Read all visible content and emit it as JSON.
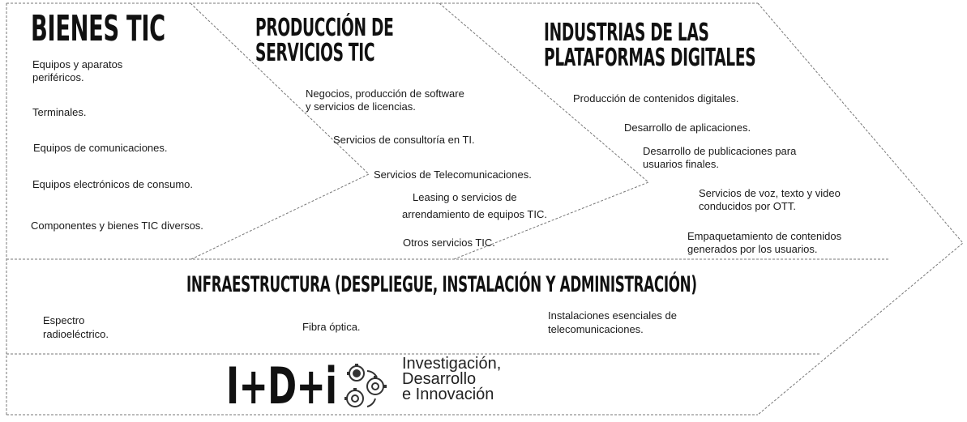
{
  "columns": [
    {
      "title": "BIENES TIC",
      "items": [
        "Equipos y aparatos",
        "periféricos.",
        "Terminales.",
        "Equipos de comunicaciones.",
        "Equipos electrónicos de consumo.",
        "Componentes y bienes TIC diversos."
      ]
    },
    {
      "title_lines": [
        "PRODUCCIÓN DE",
        "SERVICIOS TIC"
      ],
      "items": [
        "Negocios, producción de software",
        "y servicios de licencias.",
        "Servicios de consultoría en TI.",
        "Servicios de Telecomunicaciones.",
        "Leasing o servicios de",
        "arrendamiento de equipos TIC.",
        "Otros servicios TIC."
      ]
    },
    {
      "title_lines": [
        "INDUSTRIAS DE LAS",
        "PLATAFORMAS DIGITALES"
      ],
      "items": [
        "Producción de contenidos digitales.",
        "Desarrollo de aplicaciones.",
        "Desarrollo de publicaciones para",
        "usuarios finales.",
        "Servicios de voz, texto y video",
        "conducidos por OTT.",
        "Empaquetamiento de contenidos",
        "generados por los usuarios."
      ]
    }
  ],
  "infra": {
    "title": "INFRAESTRUCTURA (DESPLIEGUE, INSTALACIÓN Y ADMINISTRACIÓN)",
    "items": [
      "Espectro",
      "radioeléctrico.",
      "Fibra óptica.",
      "Instalaciones esenciales de",
      "telecomunicaciones."
    ]
  },
  "idi": {
    "logo": "I+D+i",
    "lines": [
      "Investigación,",
      "Desarrollo",
      "e Innovación"
    ],
    "icon": "gears-icon"
  }
}
